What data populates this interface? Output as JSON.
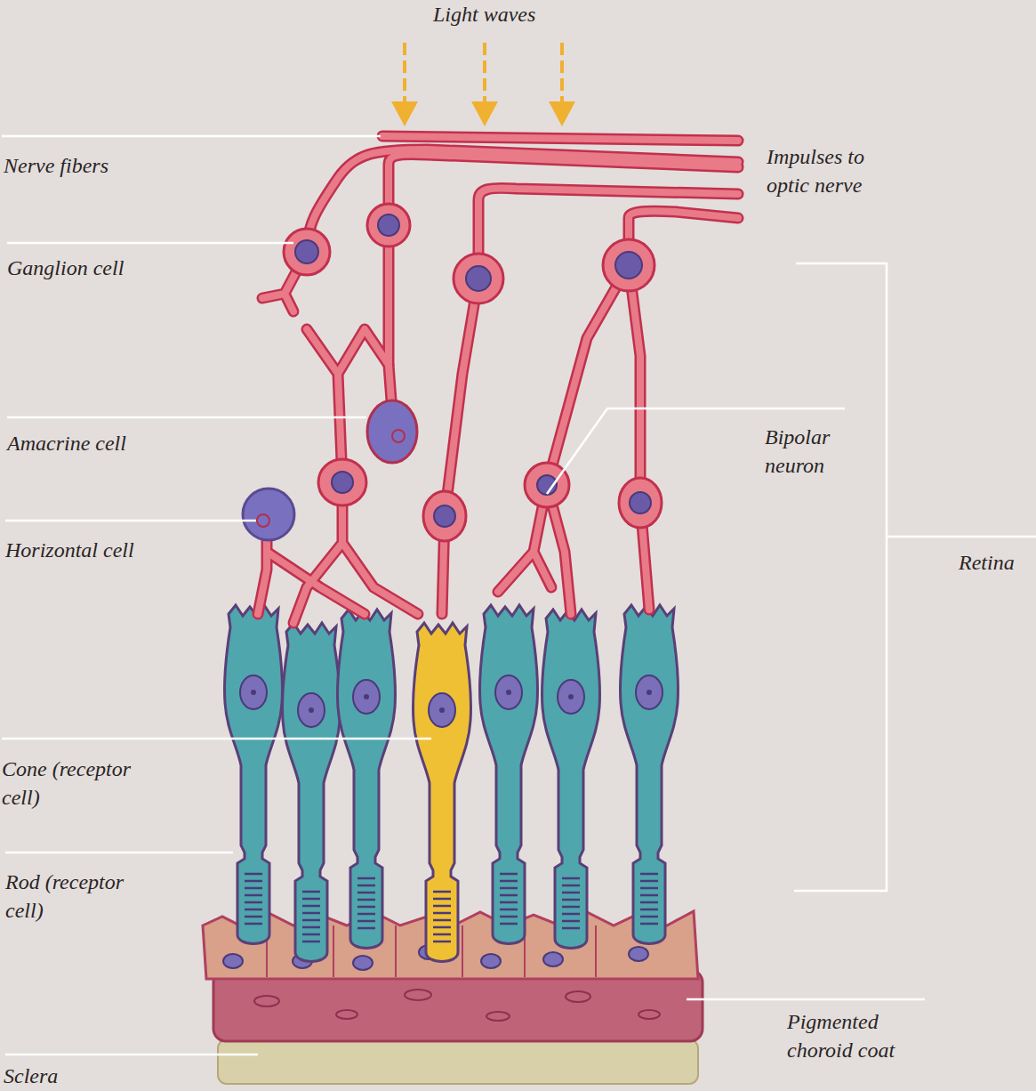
{
  "diagram": {
    "labels": [
      "Light waves",
      "Nerve fibers",
      "Impulses to optic nerve",
      "Ganglion cell",
      "Amacrine cell",
      "Horizontal cell",
      "Cone (receptor cell)",
      "Rod (receptor cell)",
      "Sclera",
      "Bipolar neuron",
      "Retina",
      "Pigmented choroid coat"
    ]
  }
}
